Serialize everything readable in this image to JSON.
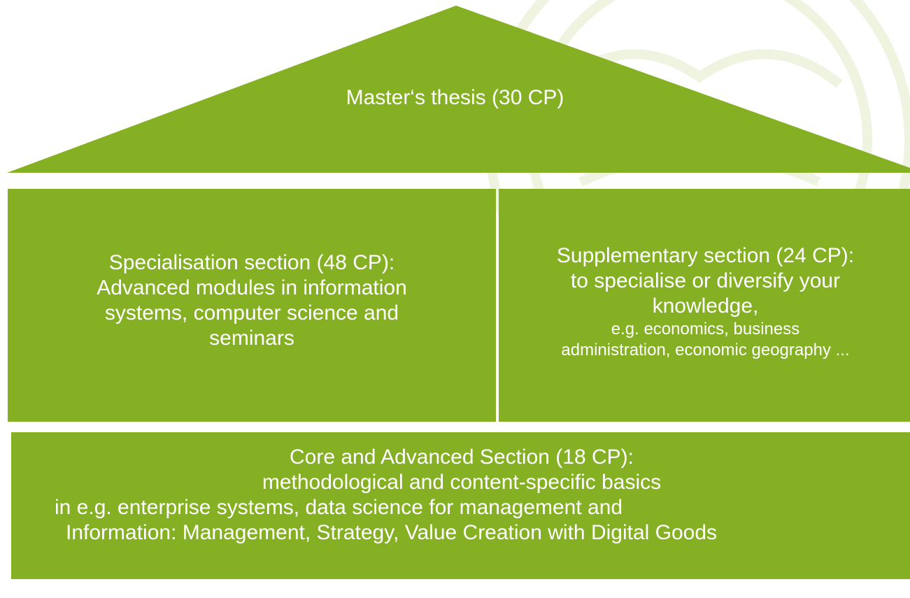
{
  "colors": {
    "green": "#85b024",
    "seal": "#eef4df",
    "text": "#ffffff",
    "background": "#ffffff"
  },
  "roof": {
    "label": "Master‘s thesis (30 CP)"
  },
  "specialisation": {
    "lines": [
      "Specialisation section (48 CP):",
      "Advanced modules in information",
      "systems, computer science and",
      "seminars"
    ]
  },
  "supplementary": {
    "lines": [
      "Supplementary section (24 CP):",
      "to specialise or diversify your",
      "knowledge,"
    ],
    "small_lines": [
      "e.g. economics, business",
      "administration, economic geography ..."
    ]
  },
  "core": {
    "lines": [
      "Core and Advanced Section (18 CP):",
      "methodological and content-specific basics",
      "in e.g. enterprise systems, data science for management and",
      "Information: Management, Strategy, Value Creation with Digital Goods"
    ]
  }
}
